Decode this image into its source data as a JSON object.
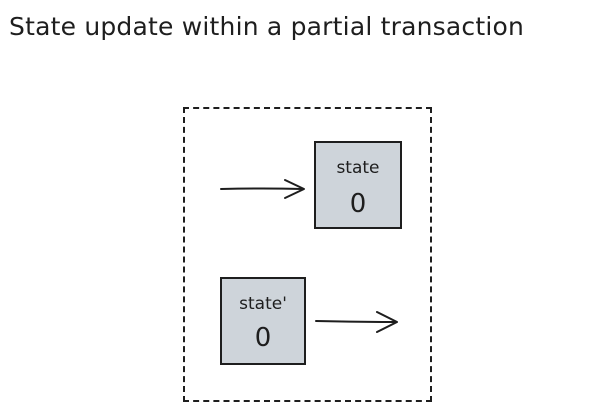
{
  "diagram": {
    "title": "State update within a partial transaction",
    "nodes": [
      {
        "id": "state-in",
        "label": "state",
        "value": "0"
      },
      {
        "id": "state-out",
        "label": "state'",
        "value": "0"
      }
    ]
  }
}
